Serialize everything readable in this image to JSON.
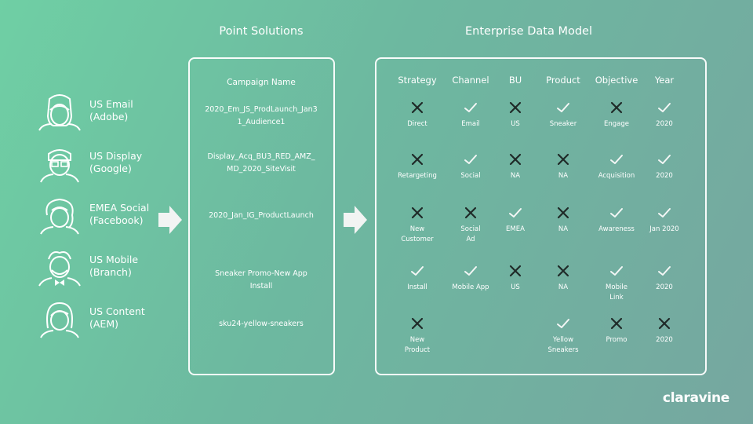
{
  "headings": {
    "point_solutions": "Point Solutions",
    "enterprise": "Enterprise Data Model"
  },
  "people": [
    {
      "icon": "person-icon",
      "line1": "US Email",
      "line2": "(Adobe)"
    },
    {
      "icon": "person-glasses-icon",
      "line1": "US Display",
      "line2": "(Google)"
    },
    {
      "icon": "person-curly-hair-icon",
      "line1": "EMEA Social",
      "line2": "(Facebook)"
    },
    {
      "icon": "person-beard-bowtie-icon",
      "line1": "US Mobile",
      "line2": "(Branch)"
    },
    {
      "icon": "person-long-hair-icon",
      "line1": "US Content",
      "line2": "(AEM)"
    }
  ],
  "campaign": {
    "header": "Campaign Name",
    "names": [
      {
        "l1": "2020_Em_JS_ProdLaunch_Jan3",
        "l2": "1_Audience1"
      },
      {
        "l1": "Display_Acq_BU3_RED_AMZ_",
        "l2": "MD_2020_SiteVisit"
      },
      {
        "l1": "2020_Jan_IG_ProductLaunch",
        "l2": ""
      },
      {
        "l1": "Sneaker Promo-New App",
        "l2": "Install"
      },
      {
        "l1": "sku24-yellow-sneakers",
        "l2": ""
      }
    ]
  },
  "model": {
    "columns": [
      "Strategy",
      "Channel",
      "BU",
      "Product",
      "Objective",
      "Year"
    ],
    "rows": [
      [
        {
          "m": "x",
          "t": [
            "Direct"
          ]
        },
        {
          "m": "check",
          "t": [
            "Email"
          ]
        },
        {
          "m": "x",
          "t": [
            "US"
          ]
        },
        {
          "m": "check",
          "t": [
            "Sneaker"
          ]
        },
        {
          "m": "x",
          "t": [
            "Engage"
          ]
        },
        {
          "m": "check",
          "t": [
            "2020"
          ]
        }
      ],
      [
        {
          "m": "x",
          "t": [
            "Retargeting"
          ]
        },
        {
          "m": "check",
          "t": [
            "Social"
          ]
        },
        {
          "m": "x",
          "t": [
            "NA"
          ]
        },
        {
          "m": "x",
          "t": [
            "NA"
          ]
        },
        {
          "m": "check",
          "t": [
            "Acquisition"
          ]
        },
        {
          "m": "check",
          "t": [
            "2020"
          ]
        }
      ],
      [
        {
          "m": "x",
          "t": [
            "New",
            "Customer"
          ]
        },
        {
          "m": "x",
          "t": [
            "Social",
            "Ad"
          ]
        },
        {
          "m": "check",
          "t": [
            "EMEA"
          ]
        },
        {
          "m": "x",
          "t": [
            "NA"
          ]
        },
        {
          "m": "check",
          "t": [
            "Awareness"
          ]
        },
        {
          "m": "check",
          "t": [
            "Jan 2020"
          ]
        }
      ],
      [
        {
          "m": "check",
          "t": [
            "Install"
          ]
        },
        {
          "m": "check",
          "t": [
            "Mobile App"
          ]
        },
        {
          "m": "x",
          "t": [
            "US"
          ]
        },
        {
          "m": "x",
          "t": [
            "NA"
          ]
        },
        {
          "m": "check",
          "t": [
            "Mobile",
            "Link"
          ]
        },
        {
          "m": "check",
          "t": [
            "2020"
          ]
        }
      ],
      [
        {
          "m": "x",
          "t": [
            "New",
            "Product"
          ]
        },
        {
          "m": "",
          "t": []
        },
        {
          "m": "",
          "t": []
        },
        {
          "m": "check",
          "t": [
            "Yellow",
            "Sneakers"
          ]
        },
        {
          "m": "x",
          "t": [
            "Promo"
          ]
        },
        {
          "m": "x",
          "t": [
            "2020"
          ]
        }
      ]
    ]
  },
  "logo": "claravine"
}
